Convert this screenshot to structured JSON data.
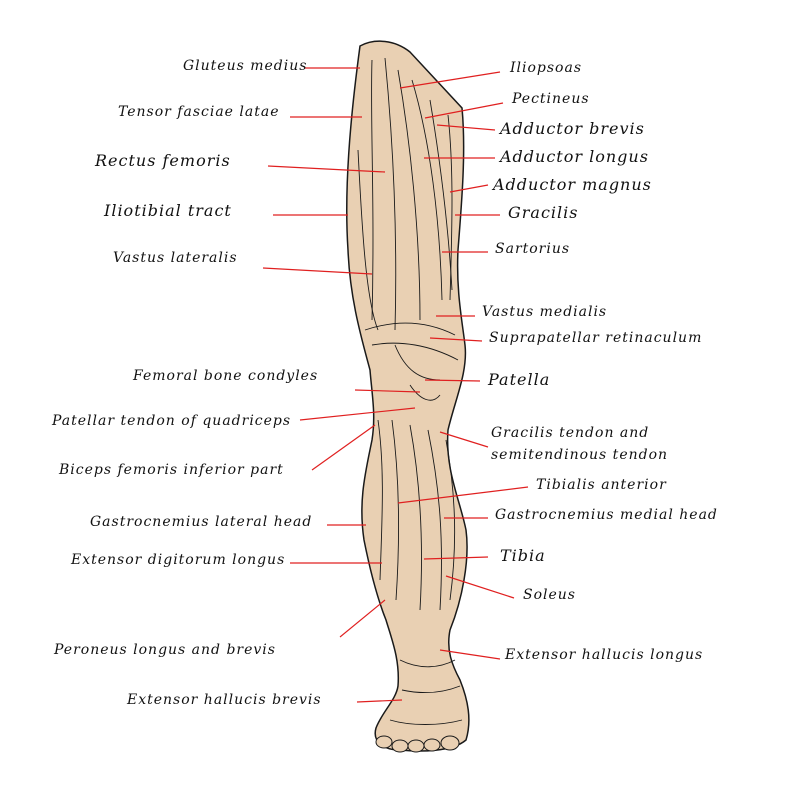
{
  "colors": {
    "skin": "#e9d0b3",
    "skin_shade": "#ddbf9e",
    "outline": "#1a1a1a",
    "leader": "#e02020",
    "text": "#111111"
  },
  "labels_left": [
    "Gluteus medius",
    "Tensor fasciae latae",
    "Rectus femoris",
    "Iliotibial tract",
    "Vastus lateralis",
    "Femoral bone condyles",
    "Patellar tendon of quadriceps",
    "Biceps femoris inferior part",
    "Gastrocnemius lateral head",
    "Extensor digitorum longus",
    "Peroneus longus and brevis",
    "Extensor hallucis brevis"
  ],
  "labels_right": [
    "Iliopsoas",
    "Pectineus",
    "Adductor brevis",
    "Adductor longus",
    "Adductor magnus",
    "Gracilis",
    "Sartorius",
    "Vastus medialis",
    "Suprapatellar retinaculum",
    "Patella",
    "Gracilis tendon and",
    "semitendinous tendon",
    "Tibialis anterior",
    "Gastrocnemius medial head",
    "Tibia",
    "Soleus",
    "Extensor hallucis longus"
  ]
}
